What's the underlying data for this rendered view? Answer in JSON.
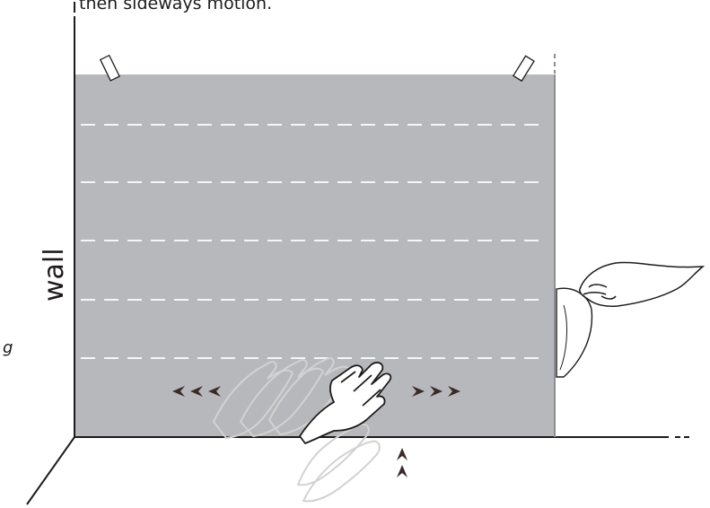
{
  "caption": {
    "partial_text": "then sideways motion."
  },
  "labels": {
    "wall": "wall",
    "edge_letter": "g"
  },
  "colors": {
    "sheet_fill": "#b7b8bb",
    "sheet_edge": "#9a9b9e",
    "crease_lines": "#ffffff",
    "outline": "#1e1a1a",
    "arrow_marks": "#3a2a2a",
    "ghost_hand": "#d8d8d8"
  },
  "diagram": {
    "crease_line_count": 5,
    "motion_arrows": [
      "left",
      "right",
      "up"
    ],
    "hands": [
      "smoothing-hand",
      "holding-hand"
    ],
    "icons": [
      "tape-left-icon",
      "tape-right-icon",
      "hand-icon",
      "arrow-left-icon",
      "arrow-right-icon",
      "arrow-up-icon"
    ]
  }
}
